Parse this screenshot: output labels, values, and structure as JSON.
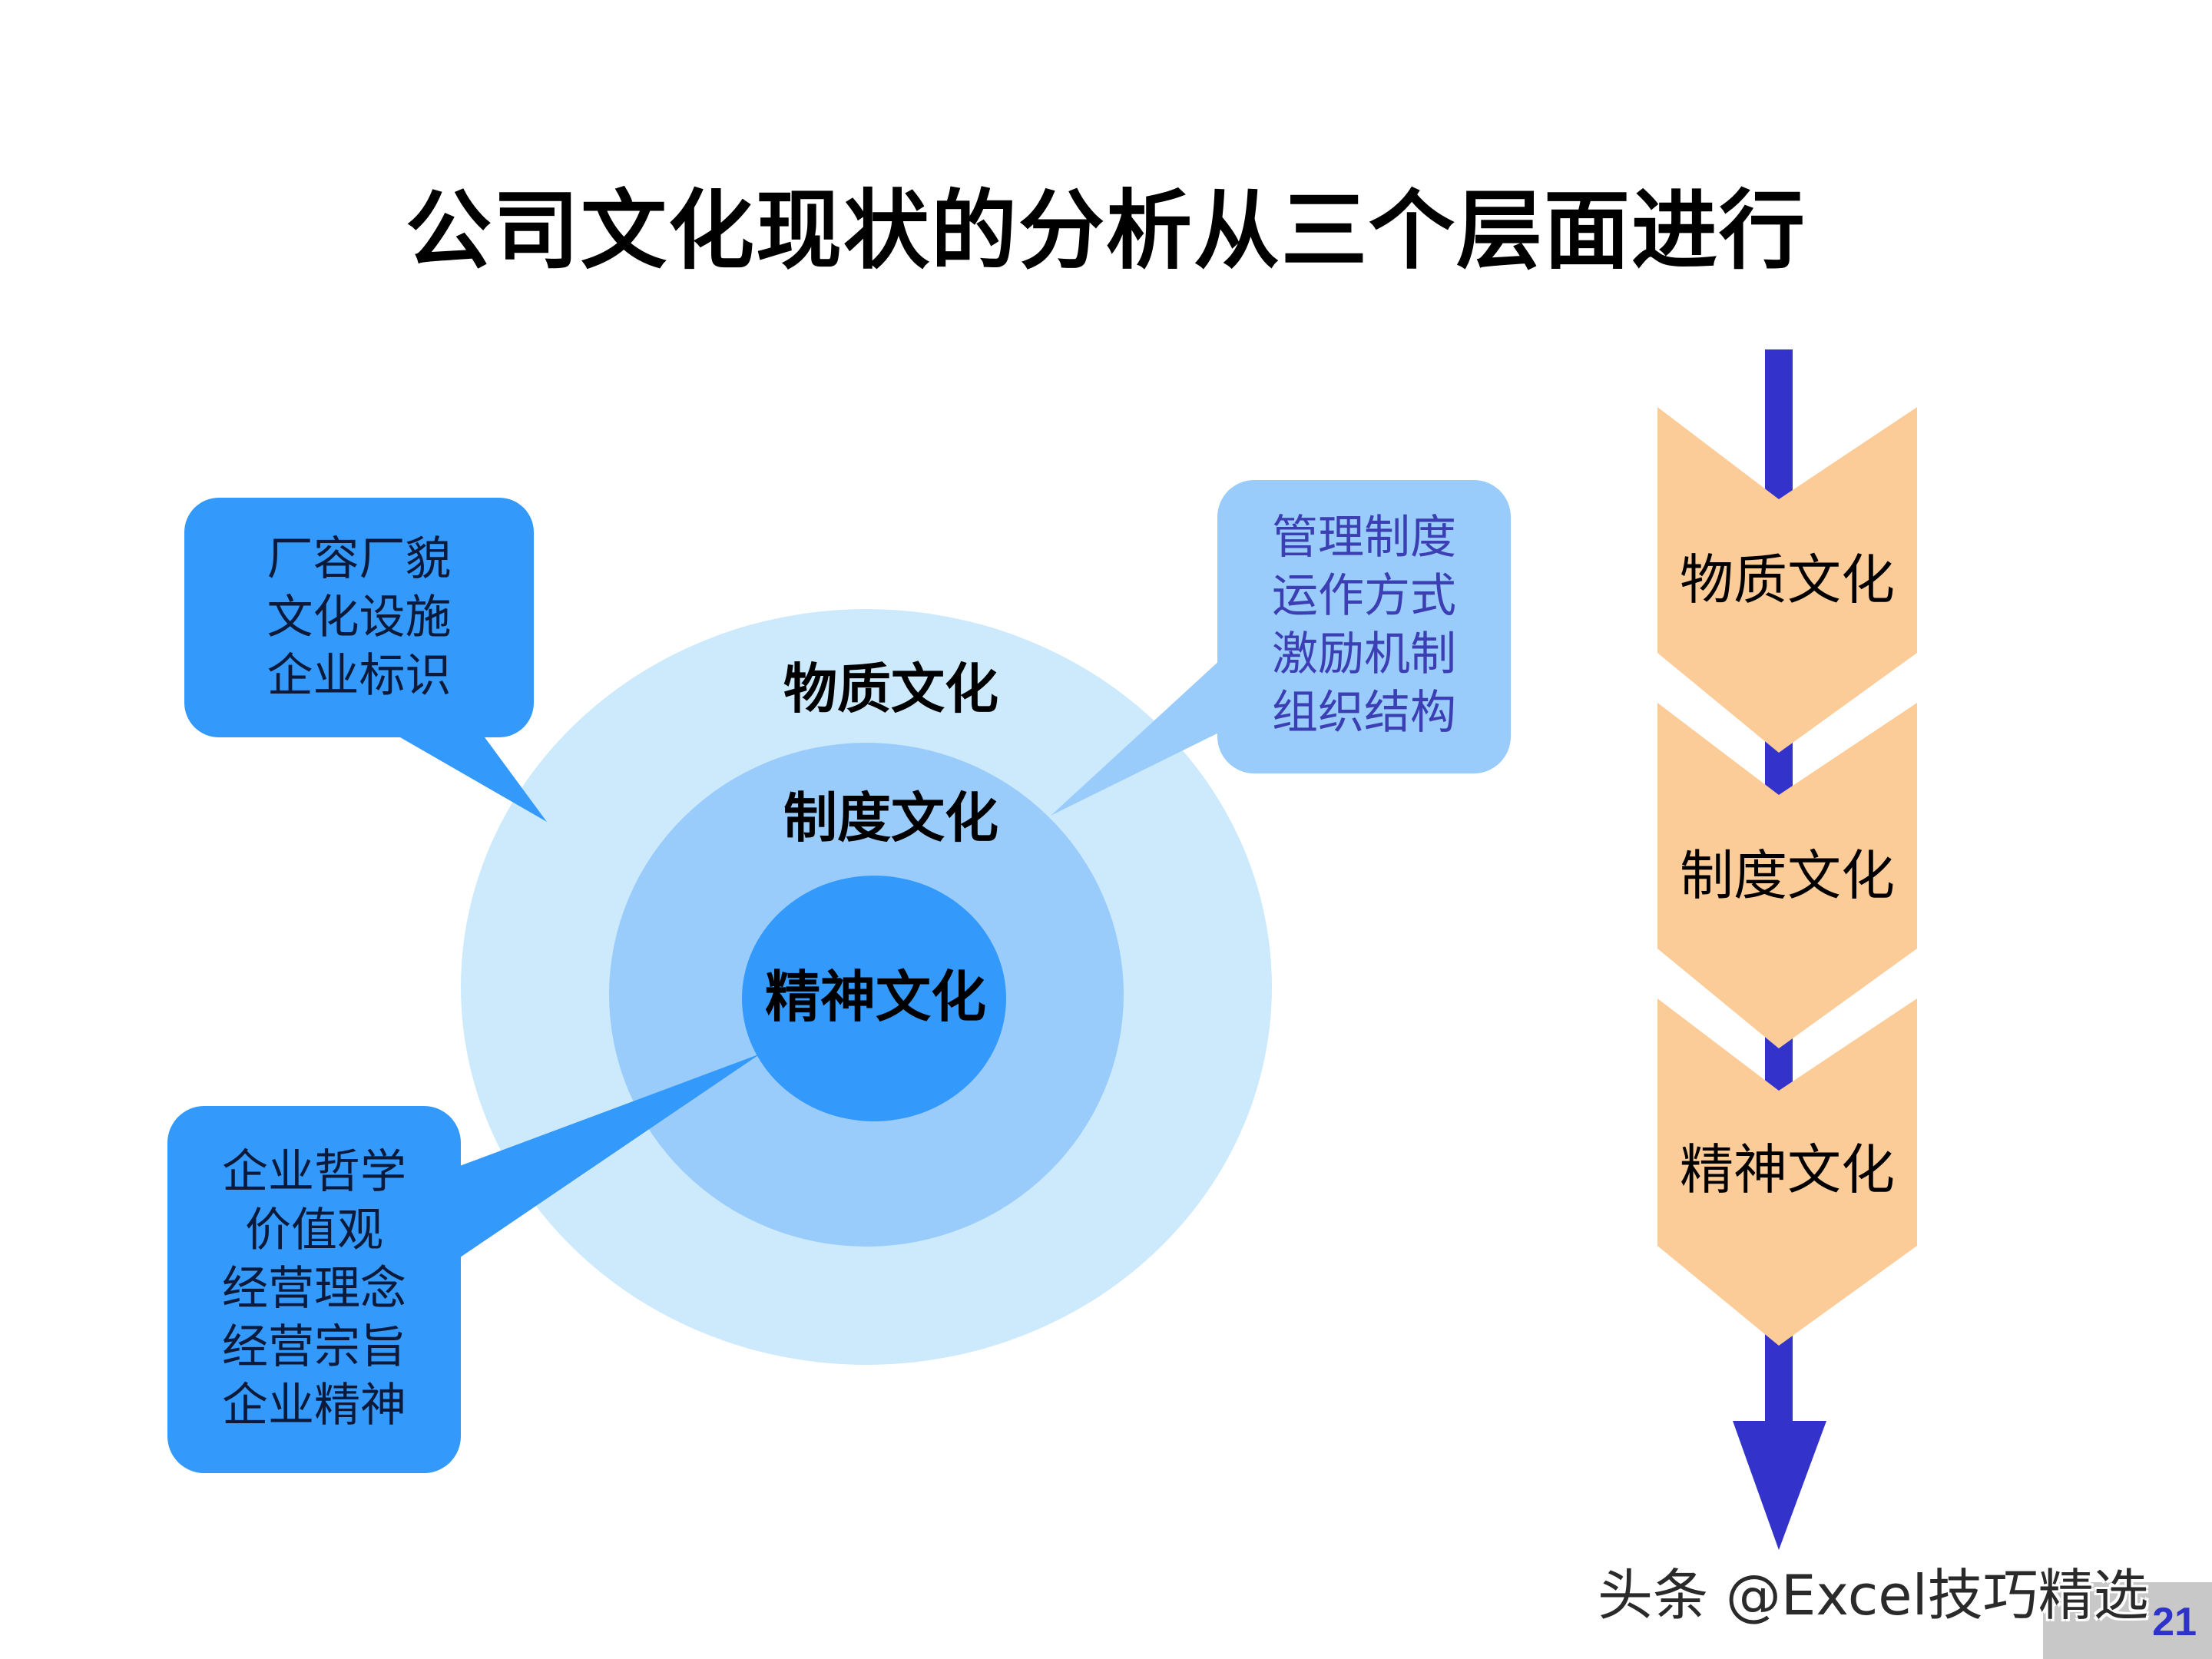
{
  "title": "公司文化现状的分析从三个层面进行",
  "circles": {
    "outer_label": "物质文化",
    "middle_label": "制度文化",
    "inner_label": "精神文化"
  },
  "callouts": {
    "material": [
      "厂容厂貌",
      "文化设施",
      "企业标识"
    ],
    "institution": [
      "管理制度",
      "运作方式",
      "激励机制",
      "组织结构"
    ],
    "spirit": [
      "企业哲学",
      "价值观",
      "经营理念",
      "经营宗旨",
      "企业精神"
    ]
  },
  "flow": {
    "steps": [
      "物质文化",
      "制度文化",
      "精神文化"
    ]
  },
  "colors": {
    "outer_circle": "#cdeafd",
    "middle_circle": "#99ccfa",
    "inner_circle": "#3399fa",
    "callout_dark": "#3399fa",
    "callout_light": "#99ccfa",
    "callout_light_text": "#3b3fb3",
    "chevron": "#fccc98",
    "arrow": "#3333cc"
  },
  "watermark": "头条 @Excel技巧精选",
  "page_number": "21"
}
